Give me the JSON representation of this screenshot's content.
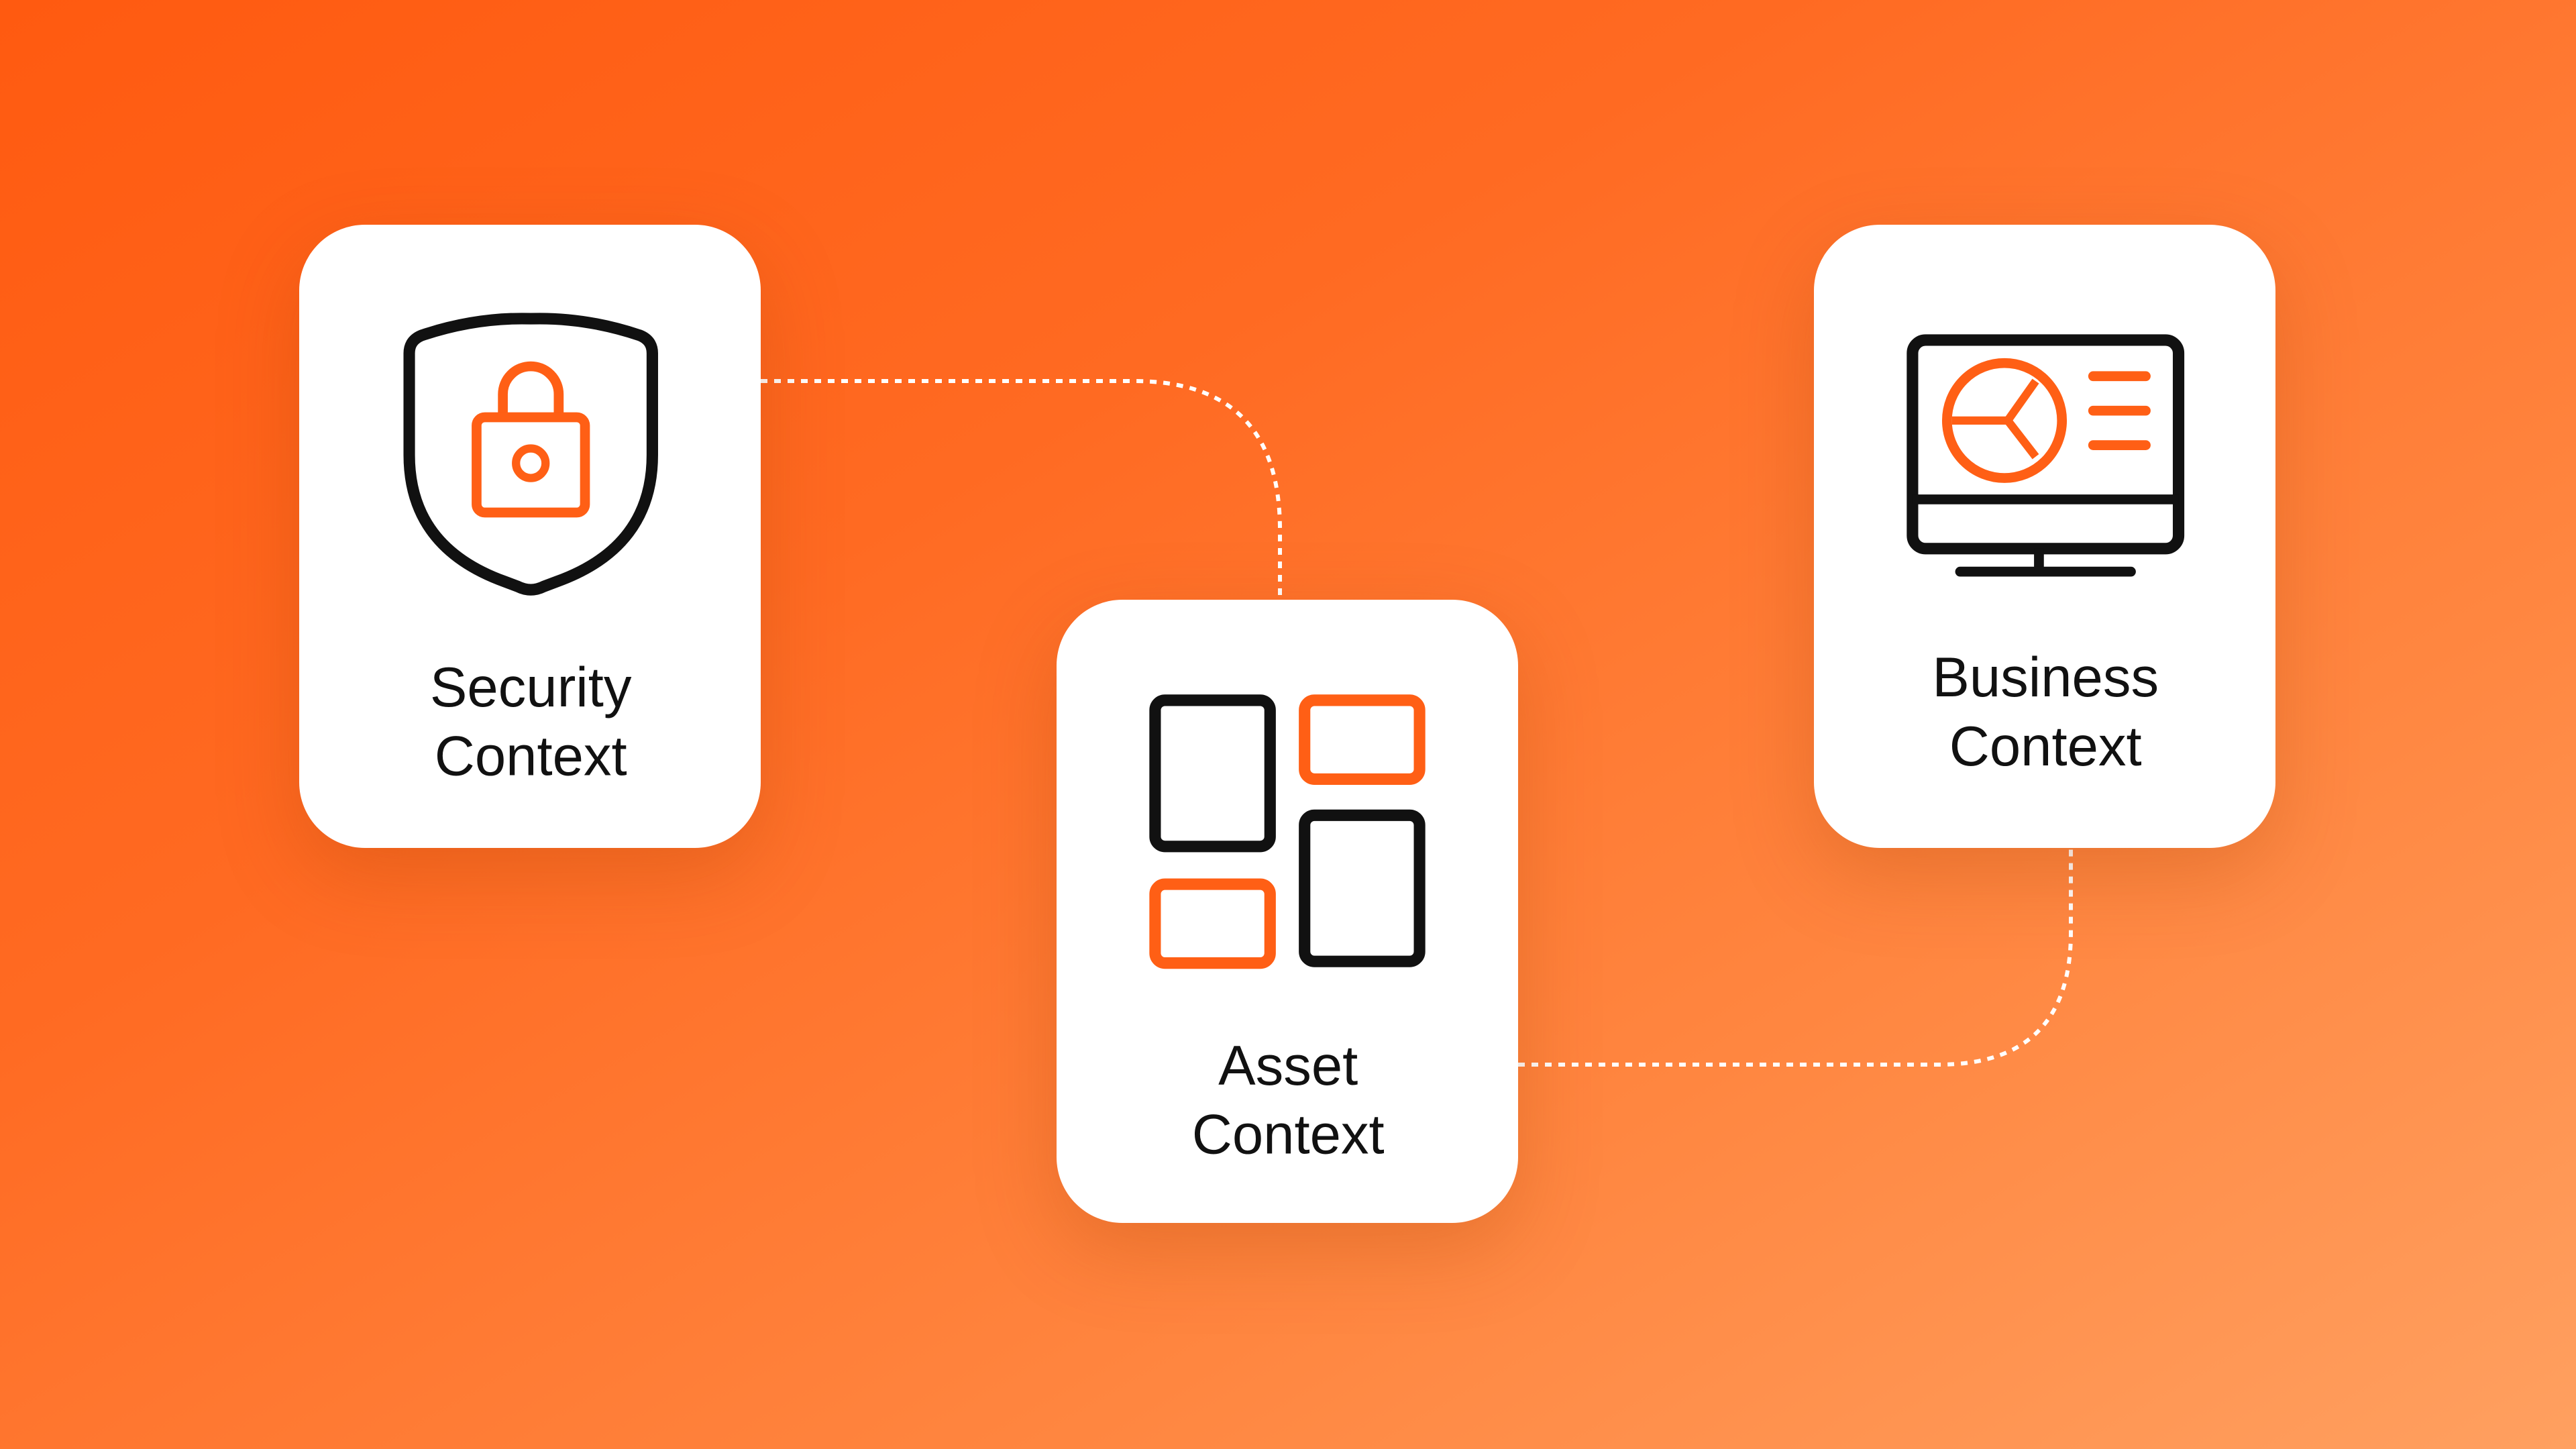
{
  "colors": {
    "accent": "#ff5f15",
    "ink": "#111111",
    "card": "#ffffff"
  },
  "nodes": [
    {
      "id": "security",
      "icon": "shield-lock-icon",
      "label_line1": "Security",
      "label_line2": "Context"
    },
    {
      "id": "asset",
      "icon": "asset-grid-icon",
      "label_line1": "Asset",
      "label_line2": "Context"
    },
    {
      "id": "business",
      "icon": "monitor-chart-icon",
      "label_line1": "Business",
      "label_line2": "Context"
    }
  ],
  "edges": [
    {
      "from": "security",
      "to": "asset",
      "style": "dotted"
    },
    {
      "from": "asset",
      "to": "business",
      "style": "dotted"
    }
  ]
}
